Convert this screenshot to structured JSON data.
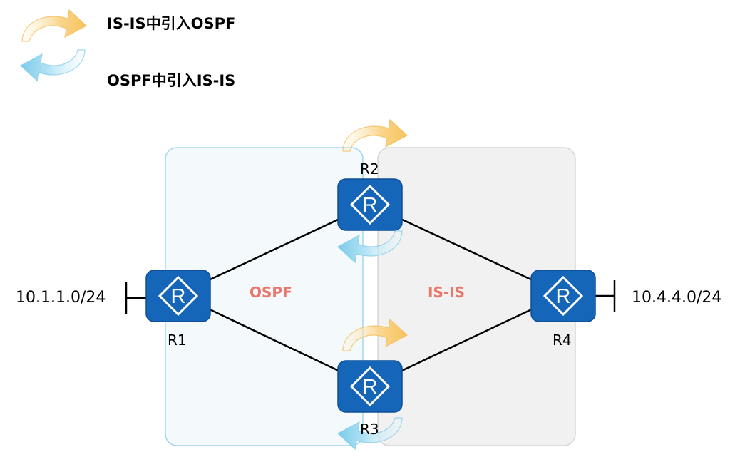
{
  "legend": {
    "items": [
      {
        "text": "IS-IS中引入OSPF",
        "arrow_color": "#f7c96a"
      },
      {
        "text": "OSPF中引入IS-IS",
        "arrow_color": "#8fd3ef"
      }
    ]
  },
  "areas": {
    "ospf": {
      "label": "OSPF",
      "fill": "#f2f9fc",
      "stroke": "#9fd8ec"
    },
    "isis": {
      "label": "IS-IS",
      "fill": "#f1f1f1",
      "stroke": "#d6d6d6"
    }
  },
  "routers": [
    {
      "id": "R1",
      "name": "R1",
      "icon": "router-icon"
    },
    {
      "id": "R2",
      "name": "R2",
      "icon": "router-icon"
    },
    {
      "id": "R3",
      "name": "R3",
      "icon": "router-icon"
    },
    {
      "id": "R4",
      "name": "R4",
      "icon": "router-icon"
    }
  ],
  "networks": {
    "r1": "10.1.1.0/24",
    "r4": "10.4.4.0/24"
  },
  "links": [
    [
      "R1",
      "R2"
    ],
    [
      "R1",
      "R3"
    ],
    [
      "R2",
      "R4"
    ],
    [
      "R3",
      "R4"
    ]
  ],
  "colors": {
    "router_fill": "#1565b8",
    "link": "#000000",
    "area_label": "#e8766a"
  }
}
